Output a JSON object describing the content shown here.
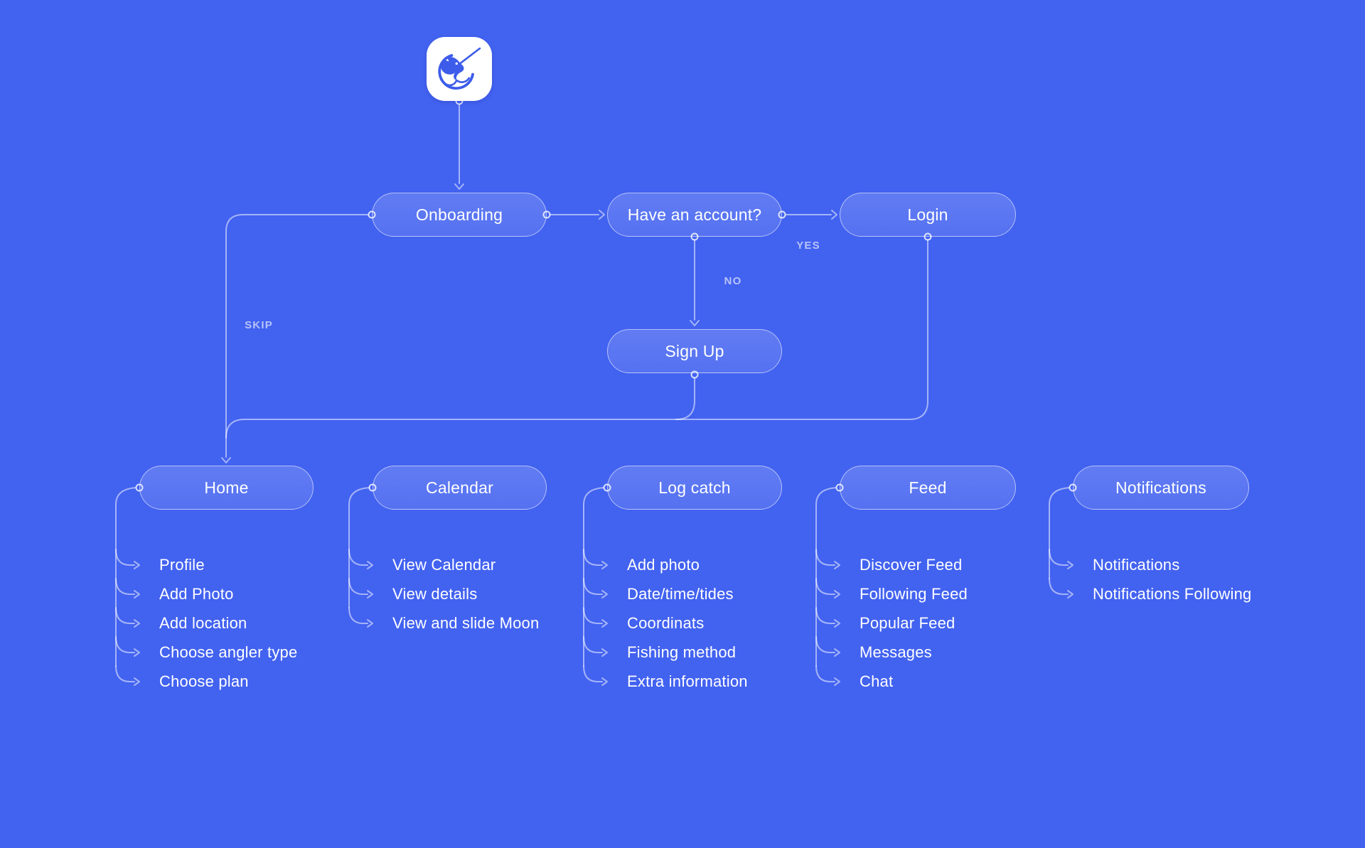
{
  "app": {
    "logo_icon": "swordfish-icon"
  },
  "colors": {
    "background": "#4262F0",
    "node_border": "rgba(255,255,255,0.55)",
    "node_fill": "rgba(255,255,255,0.14)",
    "connector": "rgba(255,255,255,0.52)",
    "node_text": "#FFFFFF",
    "edge_label_text": "rgba(255,255,255,0.62)",
    "logo_background": "#FFFFFF",
    "logo_fish": "#3D5CEA"
  },
  "flow": {
    "nodes": {
      "onboarding": "Onboarding",
      "have_account": "Have an account?",
      "login": "Login",
      "sign_up": "Sign Up"
    },
    "edge_labels": {
      "yes": "YES",
      "no": "NO",
      "skip": "SKIP"
    }
  },
  "sections": [
    {
      "title": "Home",
      "items": [
        "Profile",
        "Add Photo",
        "Add location",
        "Choose angler type",
        "Choose plan"
      ]
    },
    {
      "title": "Calendar",
      "items": [
        "View Calendar",
        "View details",
        "View and slide Moon"
      ]
    },
    {
      "title": "Log catch",
      "items": [
        "Add photo",
        "Date/time/tides",
        "Coordinats",
        "Fishing method",
        "Extra information"
      ]
    },
    {
      "title": "Feed",
      "items": [
        "Discover Feed",
        "Following Feed",
        "Popular Feed",
        "Messages",
        "Chat"
      ]
    },
    {
      "title": "Notifications",
      "items": [
        "Notifications",
        "Notifications Following"
      ]
    }
  ]
}
